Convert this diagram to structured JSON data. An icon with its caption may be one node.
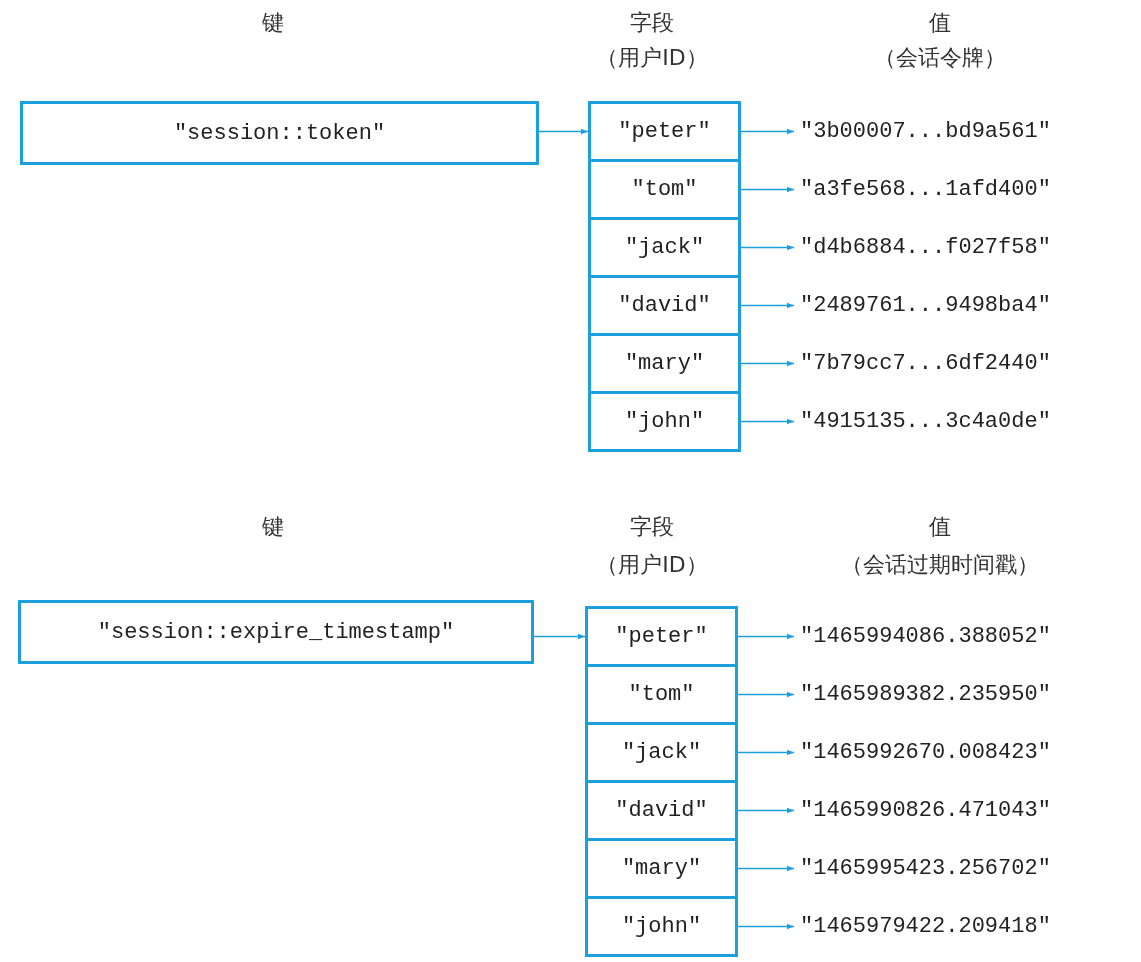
{
  "diagram": {
    "nodes": [
      {
        "text": [
          "\"session::token\""
        ]
      },
      {
        "text": [
          "\"peter\""
        ]
      },
      {
        "text": [
          "\"tom\""
        ]
      },
      {
        "text": [
          "\"jack\""
        ]
      },
      {
        "text": [
          "\"david\""
        ]
      },
      {
        "text": [
          "\"mary\""
        ]
      },
      {
        "text": [
          "\"john\""
        ]
      },
      {
        "text": [
          "\"3b00007...bd9a561\""
        ]
      },
      {
        "text": [
          "\"a3fe568...1afd400\""
        ]
      },
      {
        "text": [
          "\"d4b6884...f027f58\""
        ]
      },
      {
        "text": [
          "\"2489761...9498ba4\""
        ]
      },
      {
        "text": [
          "\"7b79cc7...6df2440\""
        ]
      },
      {
        "text": [
          "\"4915135...3c4a0de\""
        ]
      },
      {
        "text": [
          "\"session::expire_timestamp\""
        ]
      },
      {
        "text": [
          "\"peter\""
        ]
      },
      {
        "text": [
          "\"tom\""
        ]
      },
      {
        "text": [
          "\"jack\""
        ]
      },
      {
        "text": [
          "\"david\""
        ]
      },
      {
        "text": [
          "\"mary\""
        ]
      },
      {
        "text": [
          "\"john\""
        ]
      },
      {
        "text": [
          "\"1465994086.388052\""
        ]
      },
      {
        "text": [
          "\"1465989382.235950\""
        ]
      },
      {
        "text": [
          "\"1465992670.008423\""
        ]
      },
      {
        "text": [
          "\"1465990826.471043\""
        ]
      },
      {
        "text": [
          "\"1465995423.256702\""
        ]
      },
      {
        "text": [
          "\"1465979422.209418\""
        ]
      }
    ],
    "edges": [
      {
        "from": 0,
        "to": 1,
        "arrow": "to"
      },
      {
        "from": 1,
        "to": 7,
        "arrow": "to"
      },
      {
        "from": 2,
        "to": 8,
        "arrow": "to"
      },
      {
        "from": 3,
        "to": 9,
        "arrow": "to"
      },
      {
        "from": 4,
        "to": 10,
        "arrow": "to"
      },
      {
        "from": 5,
        "to": 11,
        "arrow": "to"
      },
      {
        "from": 6,
        "to": 12,
        "arrow": "to"
      },
      {
        "from": 13,
        "to": 14,
        "arrow": "to"
      },
      {
        "from": 14,
        "to": 20,
        "arrow": "to"
      },
      {
        "from": 15,
        "to": 21,
        "arrow": "to"
      },
      {
        "from": 16,
        "to": 22,
        "arrow": "to"
      },
      {
        "from": 17,
        "to": 23,
        "arrow": "to"
      },
      {
        "from": 18,
        "to": 24,
        "arrow": "to"
      },
      {
        "from": 19,
        "to": 25,
        "arrow": "to"
      }
    ],
    "labels": [
      "键",
      "字段",
      "值",
      "（用户ID）",
      "（会话令牌）",
      "键",
      "字段",
      "值",
      "（用户ID）",
      "（会话过期时间戳）"
    ]
  }
}
